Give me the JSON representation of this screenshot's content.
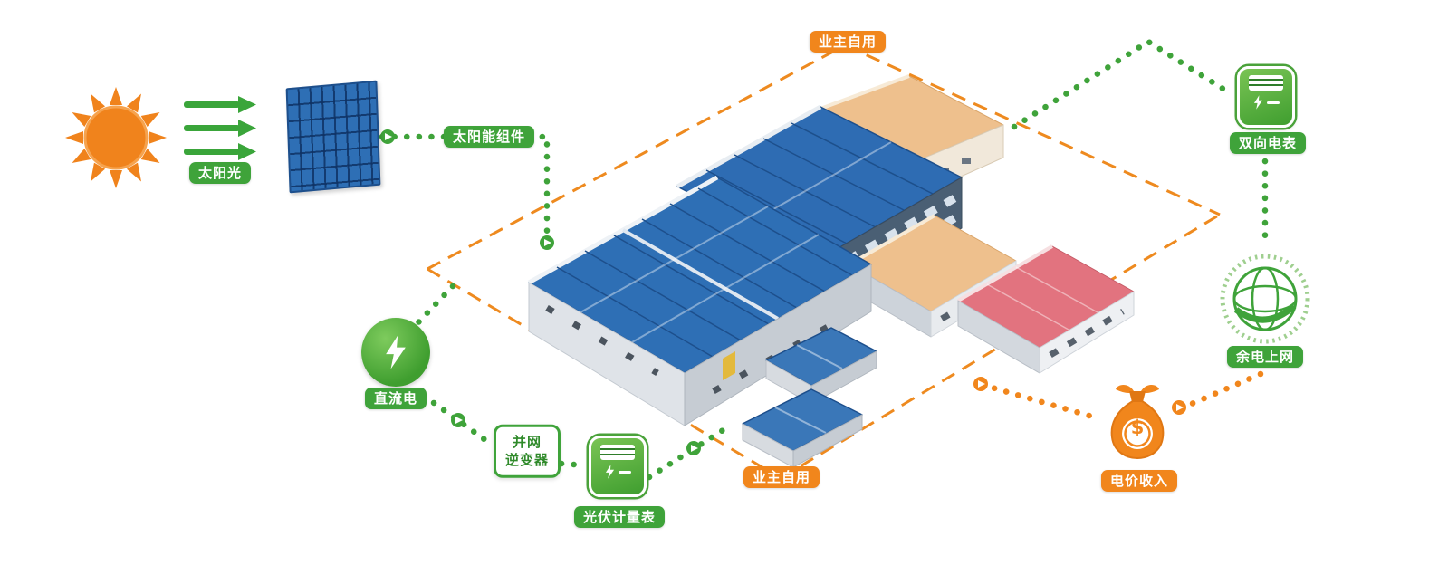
{
  "diagram": {
    "labels": {
      "sunlight": "太阳光",
      "solar_module": "太阳能组件",
      "owner_self_use_top": "业主自用",
      "owner_self_use_bottom": "业主自用",
      "dc_power": "直流电",
      "grid_inverter_line1": "并网",
      "grid_inverter_line2": "逆变器",
      "pv_meter": "光伏计量表",
      "bidirectional_meter": "双向电表",
      "surplus_to_grid": "余电上网",
      "electricity_income": "电价收入",
      "dollar_sign": "$"
    },
    "icons": {
      "sun": "sun-icon",
      "sunlight_arrows": "arrows-right-icon",
      "solar_panel": "solar-panel-icon",
      "dc_bolt": "lightning-bolt-icon",
      "pv_meter": "electric-meter-icon",
      "bidirectional_meter": "electric-meter-icon",
      "state_grid": "state-grid-globe-icon",
      "money_bag": "money-bag-icon"
    },
    "colors": {
      "green": "#3fa33a",
      "orange": "#f1861c",
      "panel_blue": "#2e6fb5",
      "roof_blue": "#2e6cb3",
      "roof_tan": "#eec08d",
      "roof_red": "#e2737f"
    }
  }
}
